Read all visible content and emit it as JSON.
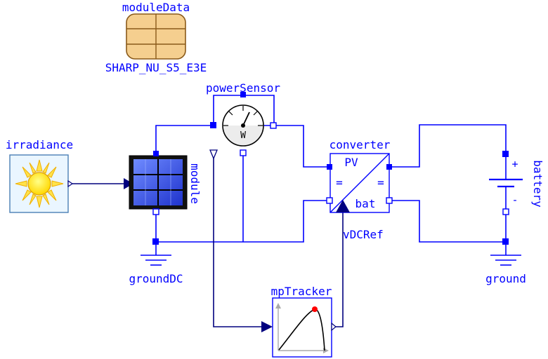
{
  "components": {
    "moduleData": {
      "name": "moduleData",
      "value": "SHARP_NU_S5_E3E"
    },
    "powerSensor": {
      "name": "powerSensor",
      "unit_symbol": "W"
    },
    "irradiance": {
      "name": "irradiance"
    },
    "module": {
      "name": "module"
    },
    "converter": {
      "name": "converter",
      "pin_pv": "PV",
      "pin_bat": "bat",
      "eq_left": "=",
      "eq_right": "="
    },
    "battery": {
      "name": "battery",
      "plus": "+",
      "minus": "-"
    },
    "groundDC": {
      "name": "groundDC"
    },
    "ground": {
      "name": "ground"
    },
    "vDCRef": {
      "name": "vDCRef"
    },
    "mpTracker": {
      "name": "mpTracker"
    }
  },
  "colors": {
    "connector": "#0000ff",
    "signal": "#00007f",
    "record_fill": "#f5cf8f",
    "record_stroke": "#8a5a1a",
    "sun": "#ffe000",
    "panel": "#3355ee",
    "mpp_point": "#ff0000"
  }
}
